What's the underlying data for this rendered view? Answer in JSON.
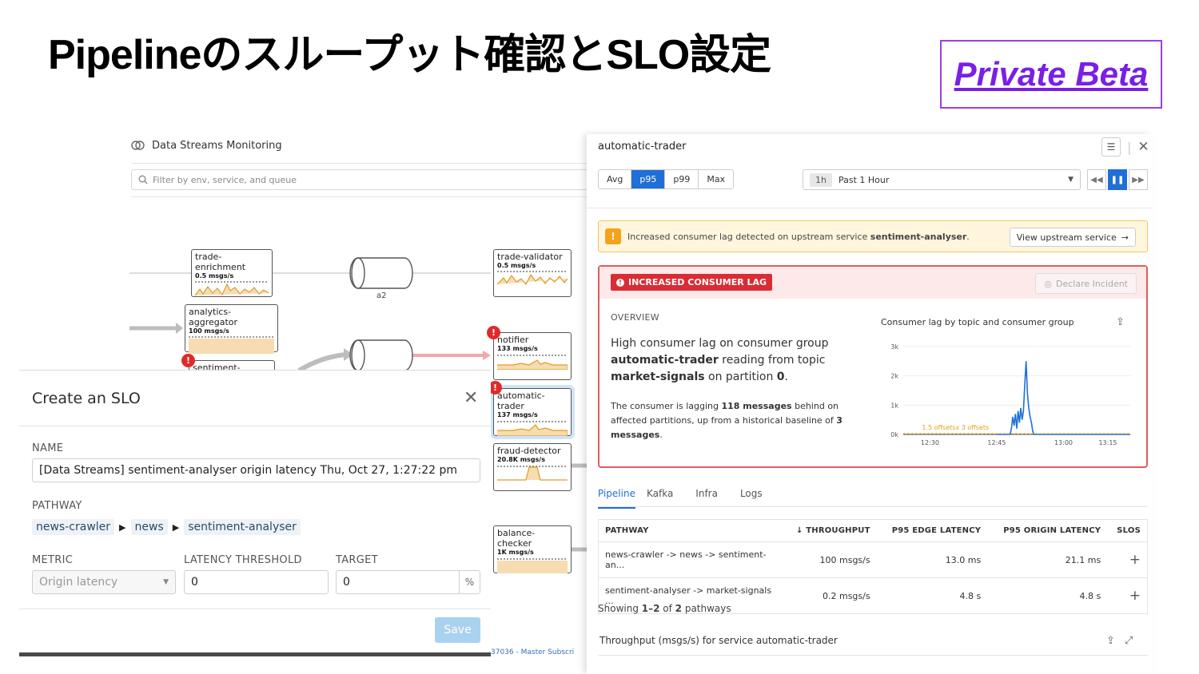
{
  "slide": {
    "title": "Pipelineのスループット確認とSLO設定",
    "beta_label": "Private Beta"
  },
  "dsm": {
    "header": "Data Streams Monitoring",
    "filter_placeholder": "Filter by env, service, and queue",
    "nodes": {
      "trade_enrichment": {
        "name": "trade-enrichment",
        "rate": "0.5 msgs/s"
      },
      "analytics_aggregator": {
        "name": "analytics-aggregator",
        "rate": "100 msgs/s"
      },
      "sentiment_analyser": {
        "name": "sentiment-analyser"
      },
      "queue_a2": "a2",
      "trade_validator": {
        "name": "trade-validator",
        "rate": "0.5 msgs/s"
      },
      "notifier": {
        "name": "notifier",
        "rate": "133 msgs/s"
      },
      "automatic_trader": {
        "name": "automatic-trader",
        "rate": "137 msgs/s"
      },
      "fraud_detector": {
        "name": "fraud-detector",
        "rate": "20.8K msgs/s"
      },
      "balance_checker": {
        "name": "balance-checker",
        "rate": "1K msgs/s"
      }
    },
    "alert_mark": "!",
    "footer_text": "37036 - Master Subscri"
  },
  "slo": {
    "title": "Create an SLO",
    "name_label": "NAME",
    "name_value": "[Data Streams] sentiment-analyser origin latency Thu, Oct 27, 1:27:22 pm",
    "pathway_label": "PATHWAY",
    "pathway": [
      "news-crawler",
      "news",
      "sentiment-analyser"
    ],
    "metric_label": "METRIC",
    "metric_value": "Origin latency",
    "threshold_label": "LATENCY THRESHOLD",
    "threshold_value": "0",
    "target_label": "TARGET",
    "target_value": "0",
    "target_unit": "%",
    "save_label": "Save"
  },
  "panel": {
    "title": "automatic-trader",
    "aggs": [
      "Avg",
      "p95",
      "p99",
      "Max"
    ],
    "agg_selected": "p95",
    "time_badge": "1h",
    "time_label": "Past 1 Hour",
    "warning_prefix": "Increased consumer lag detected on upstream service ",
    "warning_service": "sentiment-analyser",
    "warning_suffix": ".",
    "warning_button": "View upstream service",
    "lag_badge": "INCREASED CONSUMER LAG",
    "declare_button": "Declare Incident",
    "overview_label": "OVERVIEW",
    "lag_p1_a": "High consumer lag on consumer group ",
    "lag_p1_group": "automatic-trader",
    "lag_p1_b": " reading from topic ",
    "lag_p1_topic": "market-signals",
    "lag_p1_c": " on partition ",
    "lag_p1_partition": "0",
    "lag_p1_d": ".",
    "lag_p2_a": "The consumer is lagging ",
    "lag_p2_msgs": "118 messages",
    "lag_p2_b": " behind on affected partitions, up from a historical baseline of ",
    "lag_p2_base": "3 messages",
    "lag_p2_c": ".",
    "chart_title": "Consumer lag by topic and consumer group",
    "tabs": [
      "Pipeline",
      "Kafka",
      "Infra",
      "Logs"
    ],
    "tab_selected": "Pipeline",
    "table_headers": [
      "PATHWAY",
      "THROUGHPUT",
      "P95 EDGE LATENCY",
      "P95 ORIGIN LATENCY",
      "SLOS"
    ],
    "table_rows": [
      {
        "pathway": "news-crawler -> news -> sentiment-an...",
        "throughput": "100 msgs/s",
        "edge": "13.0 ms",
        "origin": "21.1 ms"
      },
      {
        "pathway": "sentiment-analyser -> market-signals ...",
        "throughput": "0.2 msgs/s",
        "edge": "4.8 s",
        "origin": "4.8 s"
      }
    ],
    "showing_prefix": "Showing ",
    "showing_range": "1–2",
    "showing_mid": " of ",
    "showing_total": "2",
    "showing_suffix": " pathways",
    "throughput_title": "Throughput (msgs/s) for service automatic-trader"
  },
  "chart_data": {
    "type": "line",
    "title": "Consumer lag by topic and consumer group",
    "xlabel": "",
    "ylabel": "",
    "x_ticks": [
      "12:30",
      "12:45",
      "13:00",
      "13:15"
    ],
    "y_ticks": [
      "0k",
      "1k",
      "2k",
      "3k"
    ],
    "ylim": [
      0,
      3000
    ],
    "annotation": "1.5 offsetsx 3 offsets",
    "series": [
      {
        "color": "#1f6fd6",
        "x_minutes": [
          12.75,
          12.76,
          12.77,
          12.78,
          12.79,
          12.8,
          12.805,
          12.81,
          12.815,
          12.82,
          12.825,
          12.83,
          12.835,
          12.84,
          12.845,
          12.85,
          12.855,
          12.86,
          12.865,
          12.87,
          12.875,
          12.88,
          12.885,
          12.89,
          12.9,
          13.0,
          13.1,
          13.2,
          13.25
        ],
        "values": [
          0,
          0,
          0,
          0,
          0,
          0,
          200,
          600,
          300,
          700,
          200,
          800,
          400,
          900,
          500,
          800,
          1700,
          2500,
          1400,
          900,
          600,
          400,
          100,
          0,
          0,
          0,
          0,
          0,
          0
        ]
      },
      {
        "color": "#f0b429",
        "x_minutes": [
          12.4,
          13.25
        ],
        "values": [
          30,
          30
        ]
      }
    ],
    "grid": true,
    "legend": "none"
  }
}
